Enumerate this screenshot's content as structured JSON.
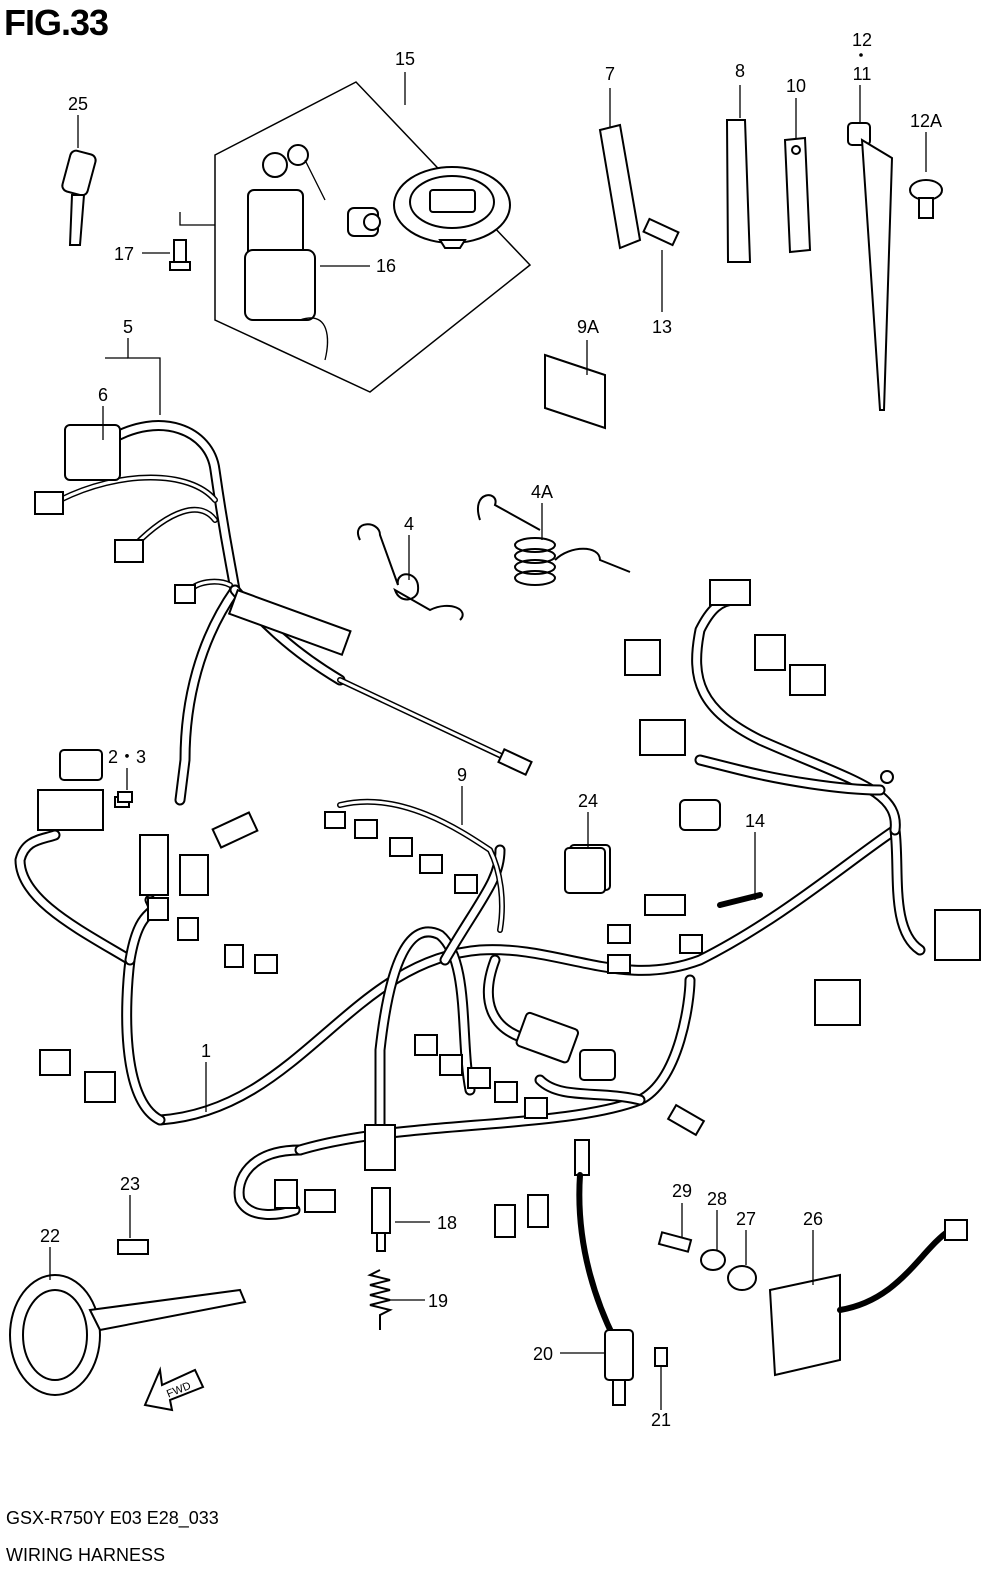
{
  "figure": {
    "title": "FIG.33",
    "model_code": "GSX-R750Y E03 E28_033",
    "name": "WIRING HARNESS"
  },
  "callouts": {
    "c1": "1",
    "c2_3": "2・3",
    "c4": "4",
    "c4A": "4A",
    "c5": "5",
    "c6": "6",
    "c7": "7",
    "c8": "8",
    "c9": "9",
    "c9A": "9A",
    "c10": "10",
    "c11": "11",
    "c12": "12",
    "c12A": "12A",
    "c13": "13",
    "c14": "14",
    "c15": "15",
    "c16": "16",
    "c17": "17",
    "c18": "18",
    "c19": "19",
    "c20": "20",
    "c21": "21",
    "c22": "22",
    "c23": "23",
    "c24": "24",
    "c25": "25",
    "c26": "26",
    "c27": "27",
    "c28": "28",
    "c29": "29"
  },
  "fwd_arrow": "FWD"
}
